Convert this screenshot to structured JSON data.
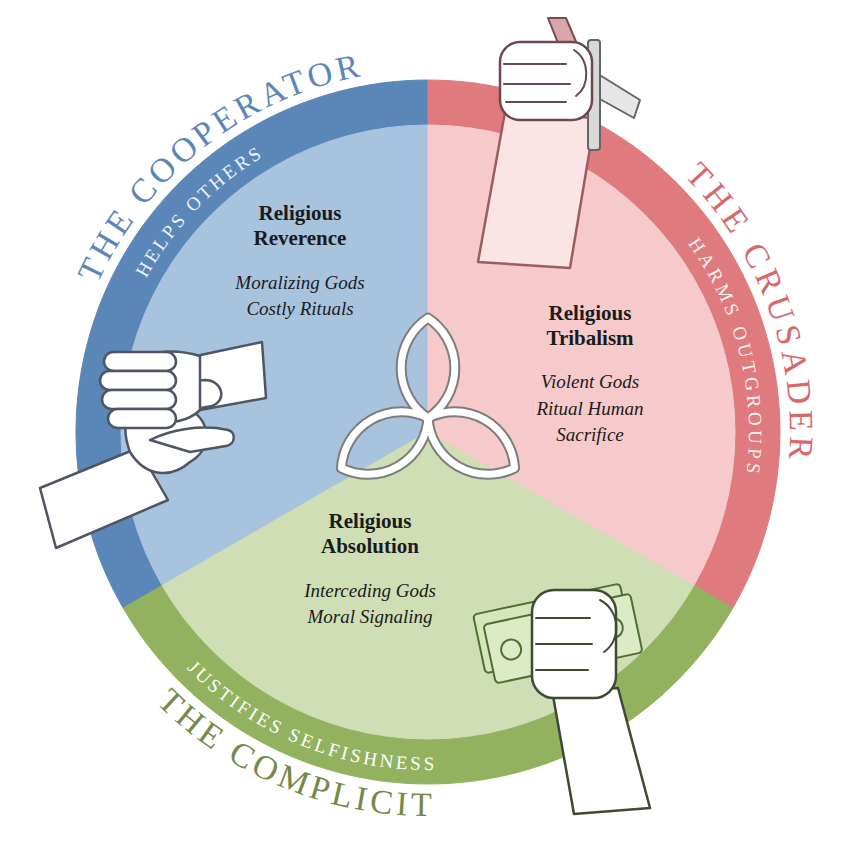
{
  "diagram": {
    "nodes": [
      {
        "text": [
          "THE COOPERATOR",
          "HELPS OTHERS"
        ]
      },
      {
        "text": [
          "Religious Reverence",
          "Moralizing Gods Costly Rituals"
        ]
      },
      {
        "text": [
          "THE CRUSADER",
          "HARMS OUTGROUPS"
        ]
      },
      {
        "text": [
          "Religious Tribalism",
          "Violent Gods Ritual Human Sacrifice"
        ]
      },
      {
        "text": [
          "THE COMPLICIT",
          "JUSTIFIES SELFISHNESS"
        ]
      },
      {
        "text": [
          "Religious Absolution",
          "Interceding Gods Moral Signaling"
        ]
      }
    ]
  }
}
